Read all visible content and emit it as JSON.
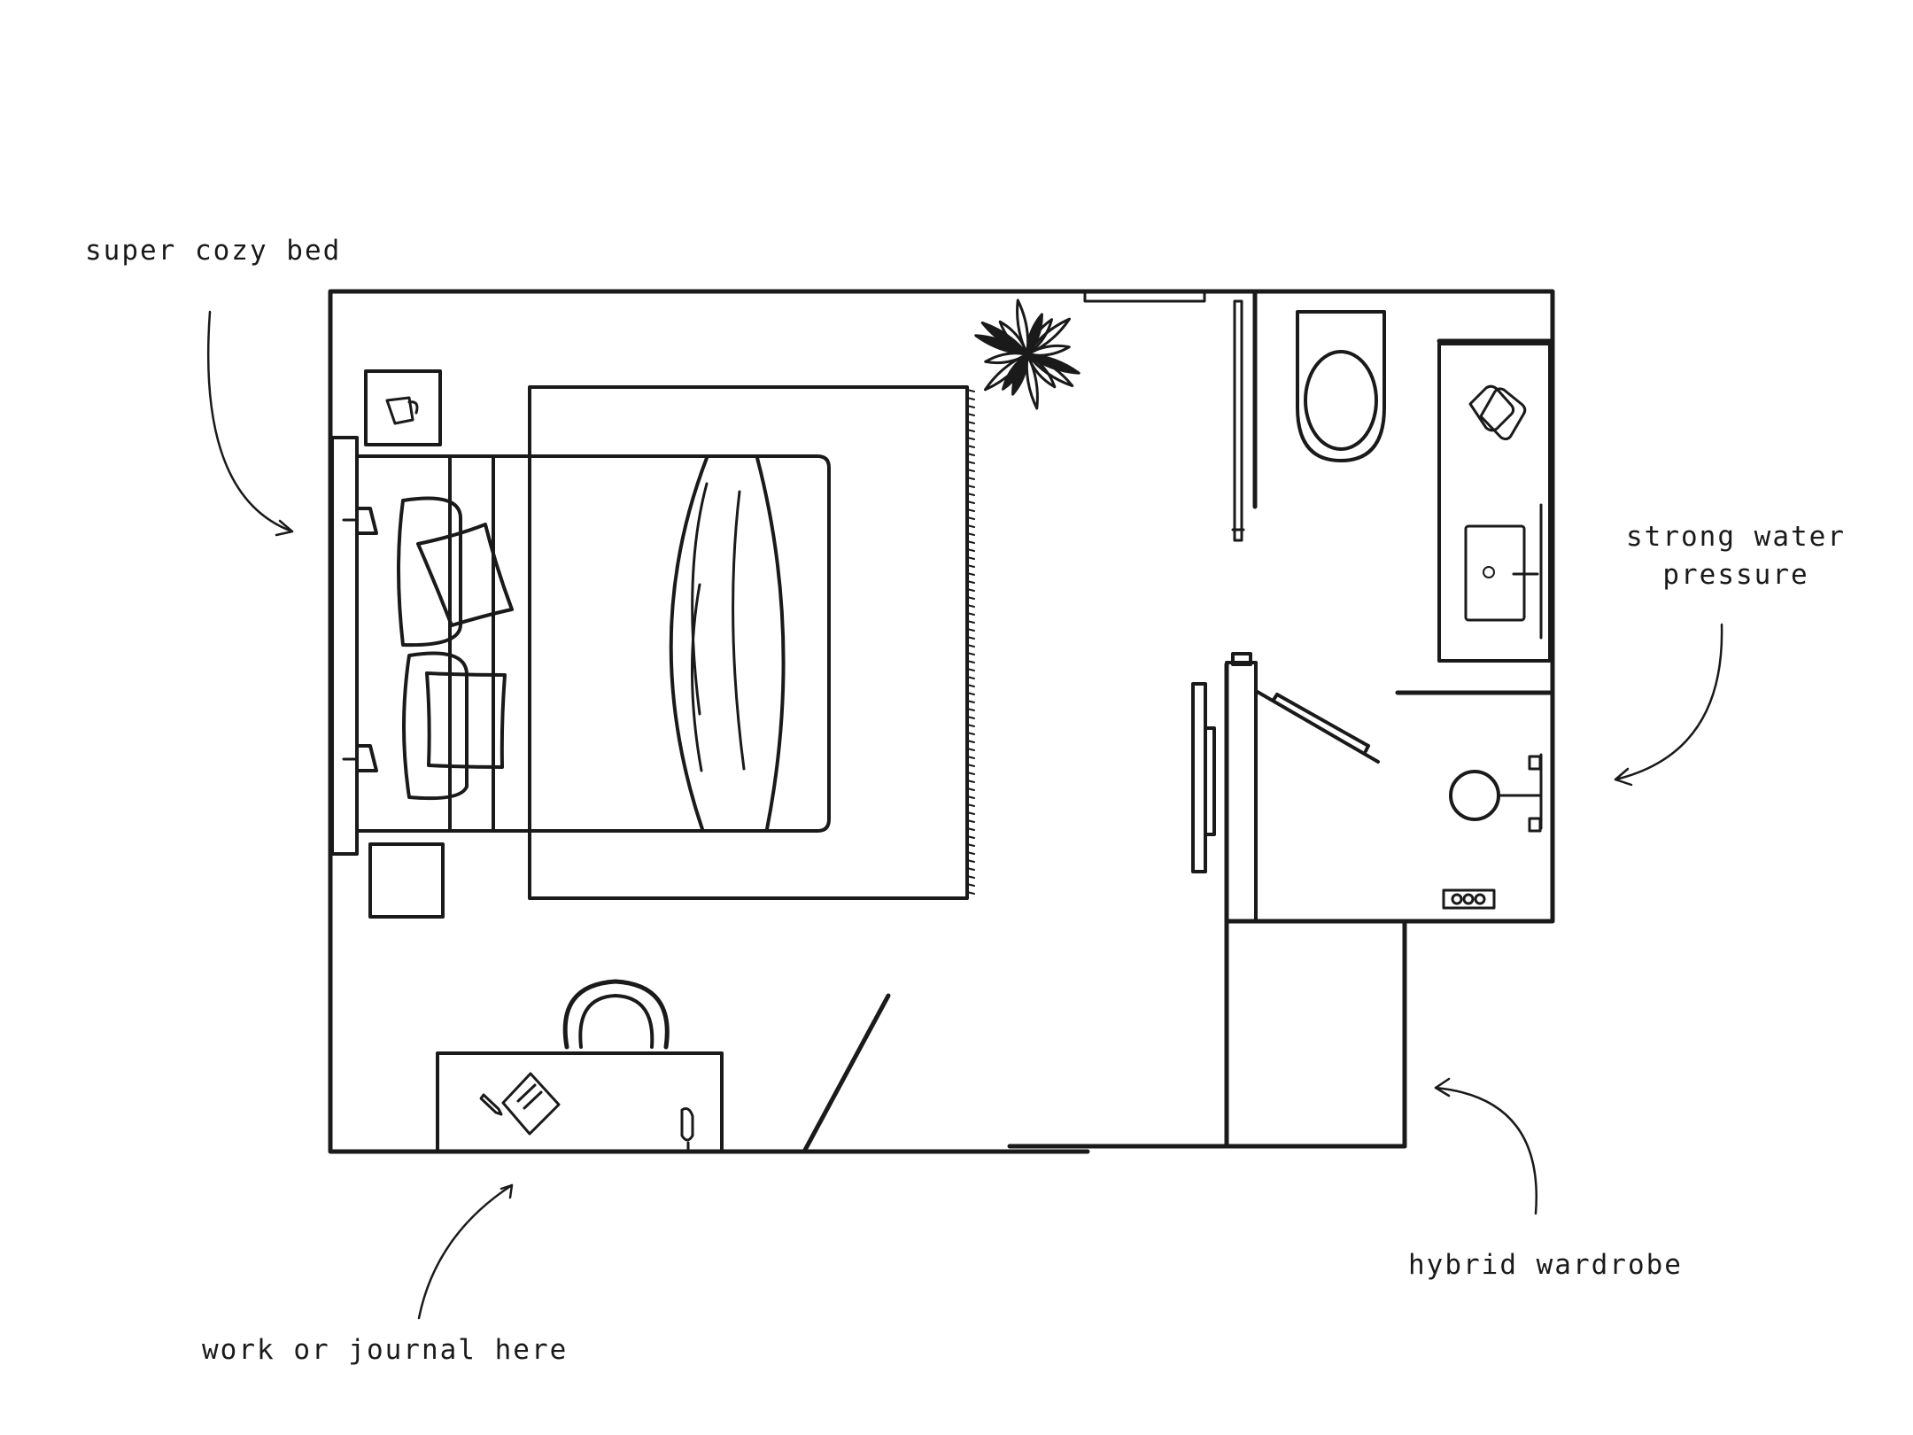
{
  "annotations": {
    "bed": "super cozy bed",
    "shower_line1": "strong water",
    "shower_line2": "pressure",
    "wardrobe": "hybrid wardrobe",
    "desk": "work or journal here"
  },
  "colors": {
    "line": "#1a1a1a",
    "background": "#ffffff"
  }
}
